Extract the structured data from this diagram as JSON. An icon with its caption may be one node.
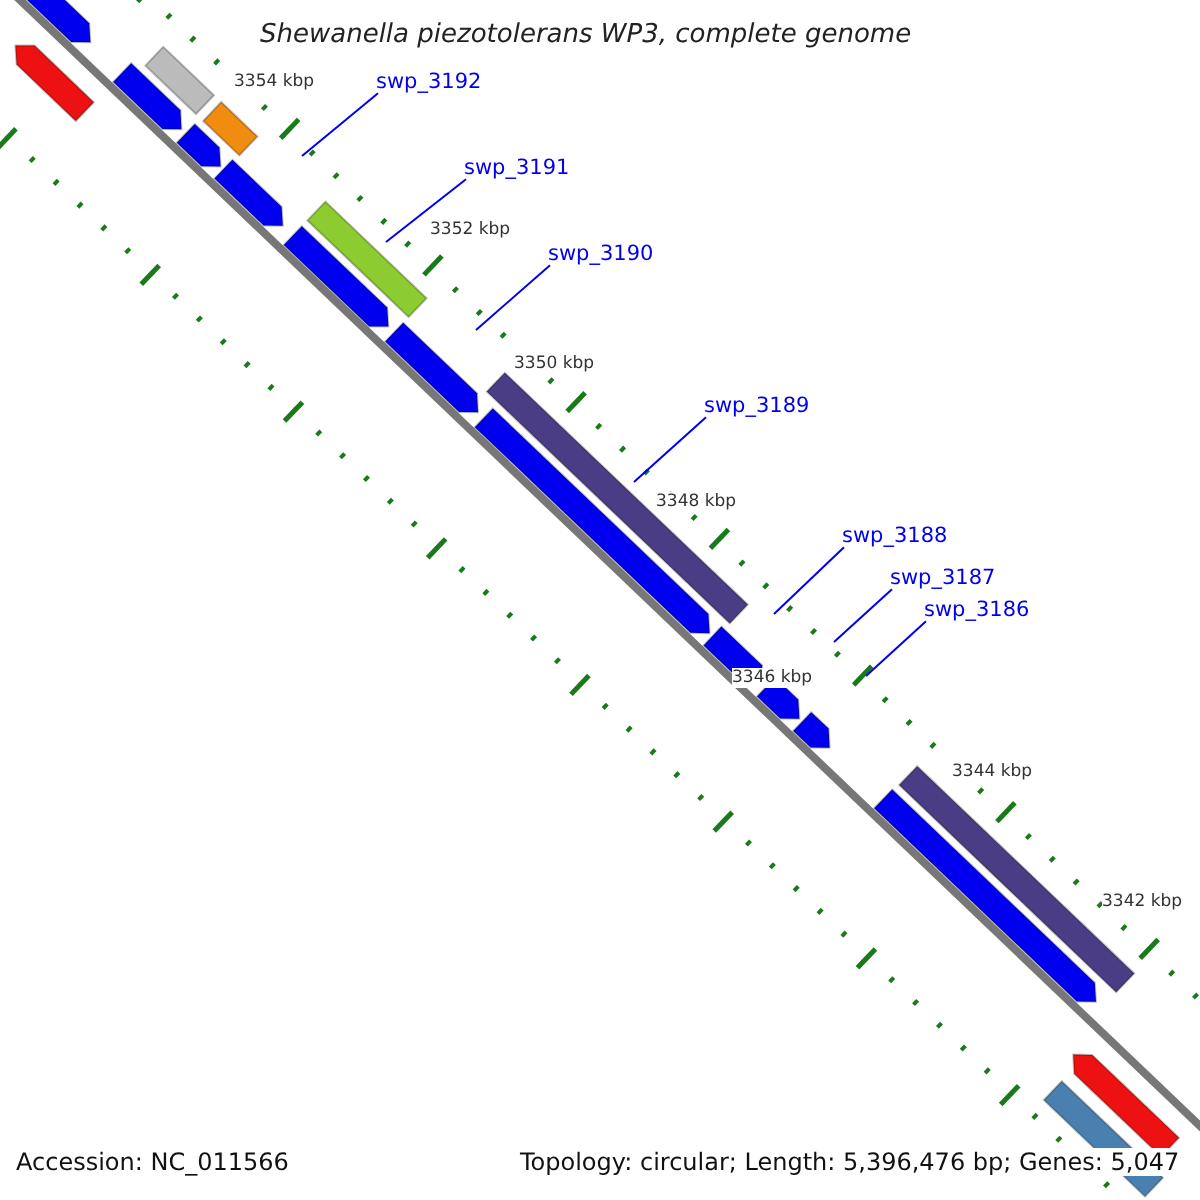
{
  "diagram": {
    "title": "Shewanella piezotolerans WP3, complete genome",
    "nodes": [
      {
        "text": [
          "swp_3192"
        ]
      },
      {
        "text": [
          "swp_3191"
        ]
      },
      {
        "text": [
          "swp_3190"
        ]
      },
      {
        "text": [
          "swp_3189"
        ]
      },
      {
        "text": [
          "swp_3188"
        ]
      },
      {
        "text": [
          "swp_3187"
        ]
      },
      {
        "text": [
          "swp_3186"
        ]
      }
    ],
    "edges": [
      {
        "from": 0,
        "to": null,
        "arrow": "none"
      },
      {
        "from": 1,
        "to": null,
        "arrow": "none"
      },
      {
        "from": 2,
        "to": null,
        "arrow": "none"
      },
      {
        "from": 3,
        "to": null,
        "arrow": "none"
      },
      {
        "from": 4,
        "to": null,
        "arrow": "none"
      },
      {
        "from": 5,
        "to": null,
        "arrow": "none"
      },
      {
        "from": 6,
        "to": null,
        "arrow": "none"
      }
    ],
    "labels": [
      "3354 kbp",
      "3352 kbp",
      "3350 kbp",
      "3348 kbp",
      "3346 kbp",
      "3344 kbp",
      "3342 kbp",
      "Accession: NC_011566",
      "Topology: circular; Length: 5,396,476 bp; Genes: 5,047"
    ]
  }
}
